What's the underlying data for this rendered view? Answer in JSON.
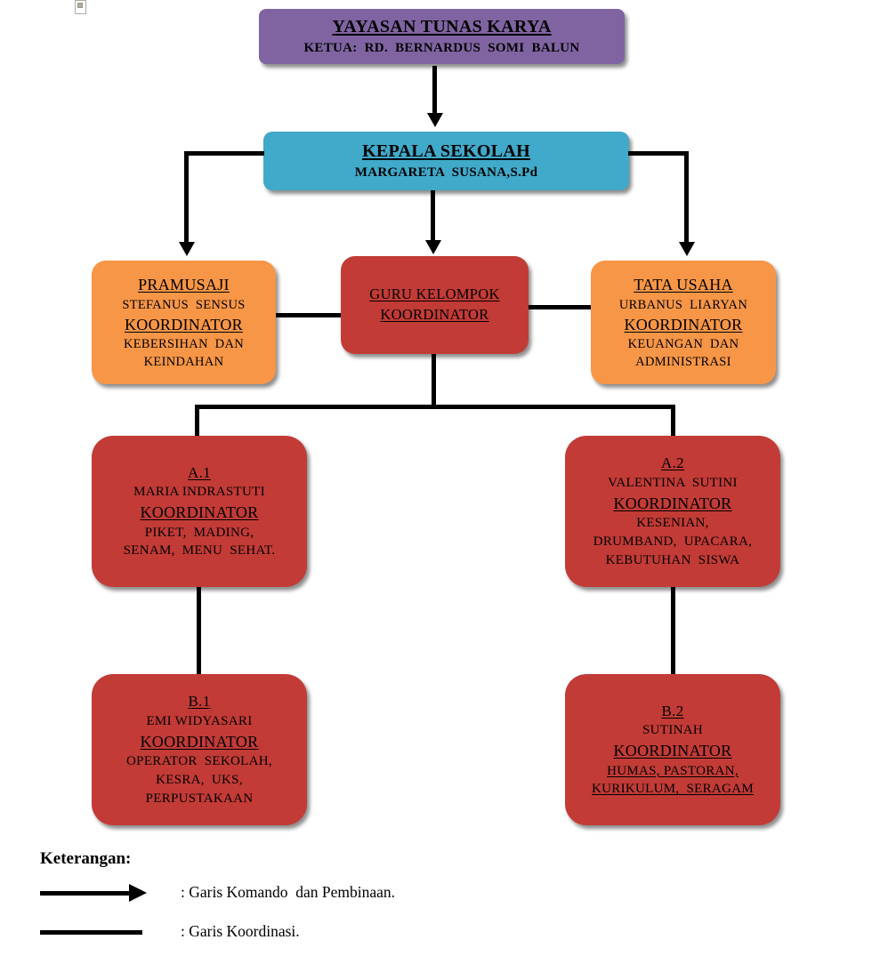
{
  "nodes": {
    "yayasan": {
      "title": "YAYASAN TUNAS KARYA",
      "subtitle": "KETUA:  RD.  BERNARDUS  SOMI  BALUN"
    },
    "kepala_sekolah": {
      "title": "KEPALA SEKOLAH",
      "subtitle": "MARGARETA  SUSANA,S.Pd"
    },
    "pramusaji": {
      "title": "PRAMUSAJI",
      "name": "STEFANUS  SENSUS",
      "role": "KOORDINATOR",
      "duty1": "KEBERSIHAN  DAN",
      "duty2": "KEINDAHAN"
    },
    "guru_kelompok": {
      "line1": "GURU KELOMPOK",
      "line2": "KOORDINATOR"
    },
    "tata_usaha": {
      "title": "TATA USAHA",
      "name": "URBANUS  LIARYAN",
      "role": "KOORDINATOR",
      "duty1": "KEUANGAN  DAN",
      "duty2": "ADMINISTRASI"
    },
    "a1": {
      "title": "A.1",
      "name": "MARIA INDRASTUTI",
      "role": "KOORDINATOR",
      "duty1": "PIKET,  MADING,",
      "duty2": "SENAM,  MENU  SEHAT."
    },
    "a2": {
      "title": "A.2",
      "name": "VALENTINA  SUTINI",
      "role": "KOORDINATOR",
      "duty1": "KESENIAN,",
      "duty2": "DRUMBAND,  UPACARA,",
      "duty3": "KEBUTUHAN  SISWA"
    },
    "b1": {
      "title": "B.1",
      "name": "EMI WIDYASARI",
      "role": "KOORDINATOR",
      "duty1": "OPERATOR  SEKOLAH,",
      "duty2": "KESRA,  UKS,",
      "duty3": "PERPUSTAKAAN"
    },
    "b2": {
      "title": "B.2",
      "name": "SUTINAH",
      "role": "KOORDINATOR",
      "duty1": "HUMAS, PASTORAN,",
      "duty2": "KURIKULUM,  SERAGAM"
    }
  },
  "legend": {
    "title": "Keterangan:",
    "komando": ": Garis Komando  dan Pembinaan.",
    "koordinasi": ": Garis Koordinasi."
  },
  "colors": {
    "purple": "#8064A2",
    "teal": "#41A9C9",
    "orange": "#F79646",
    "red": "#C23B36",
    "line": "#000000",
    "background": "#FFFFFF"
  }
}
